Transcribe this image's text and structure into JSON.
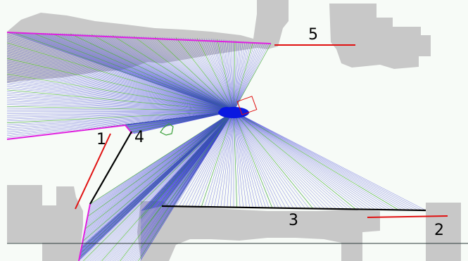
{
  "view": {
    "background_color": "#f7fbf7",
    "obstacle_color": "#c8c8c8",
    "scan_ray_color": "#3a3ad8",
    "scan_accent_color": "#3aa03a",
    "robot_color": "#0a18e0",
    "map_boundary_color": "#e020e0",
    "segment_black_color": "#000000",
    "segment_red_color": "#e01010"
  },
  "labels": {
    "label_1": "1",
    "label_2": "2",
    "label_3": "3",
    "label_4": "4",
    "label_5": "5"
  }
}
